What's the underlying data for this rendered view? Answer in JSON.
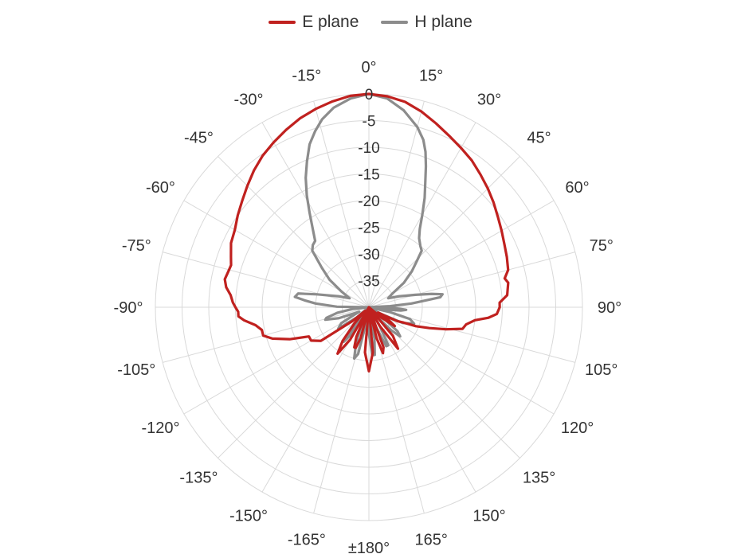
{
  "chart_data": {
    "type": "polar-line",
    "angle_unit": "degrees",
    "angle_direction": "clockwise",
    "zero_location": "top",
    "angle_tick_labels": [
      "0°",
      "15°",
      "30°",
      "45°",
      "60°",
      "75°",
      "90°",
      "105°",
      "120°",
      "135°",
      "150°",
      "165°",
      "±180°",
      "-165°",
      "-150°",
      "-135°",
      "-120°",
      "-105°",
      "-90°",
      "-75°",
      "-60°",
      "-45°",
      "-30°",
      "-15°"
    ],
    "radial_range": [
      -40,
      0
    ],
    "radial_ticks": [
      0,
      -5,
      -10,
      -15,
      -20,
      -25,
      -30,
      -35
    ],
    "radial_tick_labels": [
      "0",
      "-5",
      "-10",
      "-15",
      "-20",
      "-25",
      "-30",
      "-35"
    ],
    "grid": true,
    "legend_position": "top-center",
    "series": [
      {
        "name": "E plane",
        "color": "#c0211f",
        "points": [
          [
            0,
            0
          ],
          [
            5,
            -0.3
          ],
          [
            10,
            -0.9
          ],
          [
            15,
            -2
          ],
          [
            20,
            -3.3
          ],
          [
            25,
            -4.5
          ],
          [
            30,
            -5.5
          ],
          [
            35,
            -6.4
          ],
          [
            40,
            -7.5
          ],
          [
            45,
            -8.5
          ],
          [
            50,
            -9.5
          ],
          [
            55,
            -10.5
          ],
          [
            60,
            -11.3
          ],
          [
            65,
            -12
          ],
          [
            70,
            -12.5
          ],
          [
            75,
            -13
          ],
          [
            78,
            -14
          ],
          [
            80,
            -13.5
          ],
          [
            85,
            -14
          ],
          [
            88,
            -15.5
          ],
          [
            90,
            -15.5
          ],
          [
            93,
            -16
          ],
          [
            95,
            -17.5
          ],
          [
            97,
            -20
          ],
          [
            100,
            -21.5
          ],
          [
            103,
            -22
          ],
          [
            106,
            -25
          ],
          [
            109,
            -28
          ],
          [
            112,
            -30.5
          ],
          [
            114,
            -33
          ],
          [
            116,
            -34
          ],
          [
            118,
            -36.5
          ],
          [
            120,
            -38
          ],
          [
            122,
            -36
          ],
          [
            126,
            -34
          ],
          [
            130,
            -37
          ],
          [
            135,
            -40
          ],
          [
            140,
            -33
          ],
          [
            145,
            -30.5
          ],
          [
            150,
            -36
          ],
          [
            155,
            -40
          ],
          [
            160,
            -32
          ],
          [
            163,
            -31
          ],
          [
            166,
            -34
          ],
          [
            170,
            -40
          ],
          [
            175,
            -31.5
          ],
          [
            180,
            -28
          ],
          [
            185,
            -31.5
          ],
          [
            190,
            -40
          ],
          [
            195,
            -34
          ],
          [
            198,
            -32
          ],
          [
            200,
            -32
          ],
          [
            203,
            -34
          ],
          [
            206,
            -40
          ],
          [
            210,
            -33
          ],
          [
            214,
            -29.5
          ],
          [
            218,
            -32
          ],
          [
            222,
            -36
          ],
          [
            226,
            -39
          ],
          [
            230,
            -36
          ],
          [
            235,
            -29
          ],
          [
            240,
            -27.5
          ],
          [
            244,
            -27.5
          ],
          [
            248,
            -24
          ],
          [
            252,
            -21
          ],
          [
            255,
            -19.5
          ],
          [
            258,
            -19.5
          ],
          [
            261,
            -18.5
          ],
          [
            264,
            -16.5
          ],
          [
            266,
            -15.5
          ],
          [
            268,
            -15.5
          ],
          [
            270,
            -15
          ],
          [
            272,
            -14.5
          ],
          [
            275,
            -14
          ],
          [
            278,
            -13
          ],
          [
            281,
            -12.5
          ],
          [
            284,
            -12.8
          ],
          [
            287,
            -13
          ],
          [
            290,
            -12.5
          ],
          [
            295,
            -11.5
          ],
          [
            300,
            -11
          ],
          [
            305,
            -10
          ],
          [
            310,
            -9
          ],
          [
            315,
            -7.8
          ],
          [
            320,
            -6.5
          ],
          [
            325,
            -5.3
          ],
          [
            330,
            -4.3
          ],
          [
            335,
            -3.3
          ],
          [
            340,
            -2.3
          ],
          [
            345,
            -1.5
          ],
          [
            350,
            -0.8
          ],
          [
            355,
            -0.2
          ],
          [
            360,
            0
          ]
        ]
      },
      {
        "name": "H plane",
        "color": "#8c8c8c",
        "points": [
          [
            0,
            0
          ],
          [
            5,
            -0.7
          ],
          [
            10,
            -2.5
          ],
          [
            15,
            -5
          ],
          [
            18,
            -7
          ],
          [
            20,
            -9
          ],
          [
            22,
            -11.5
          ],
          [
            24,
            -14
          ],
          [
            27,
            -17
          ],
          [
            30,
            -20
          ],
          [
            33,
            -22.5
          ],
          [
            36,
            -24
          ],
          [
            40,
            -25
          ],
          [
            43,
            -25.5
          ],
          [
            46,
            -27.5
          ],
          [
            50,
            -29.5
          ],
          [
            55,
            -32
          ],
          [
            60,
            -35
          ],
          [
            65,
            -36
          ],
          [
            70,
            -34
          ],
          [
            75,
            -31
          ],
          [
            78,
            -28
          ],
          [
            80,
            -26
          ],
          [
            82,
            -26.5
          ],
          [
            85,
            -32
          ],
          [
            87,
            -36
          ],
          [
            89,
            -40
          ],
          [
            90,
            -38
          ],
          [
            92,
            -35
          ],
          [
            94,
            -33
          ],
          [
            96,
            -34
          ],
          [
            98,
            -37
          ],
          [
            100,
            -40
          ],
          [
            103,
            -36
          ],
          [
            106,
            -32
          ],
          [
            110,
            -31
          ],
          [
            115,
            -33
          ],
          [
            120,
            -38
          ],
          [
            123,
            -40
          ],
          [
            126,
            -37
          ],
          [
            130,
            -33
          ],
          [
            133,
            -32
          ],
          [
            136,
            -34
          ],
          [
            140,
            -38
          ],
          [
            145,
            -40
          ],
          [
            150,
            -36
          ],
          [
            153,
            -32
          ],
          [
            156,
            -32
          ],
          [
            160,
            -36
          ],
          [
            165,
            -40
          ],
          [
            170,
            -34
          ],
          [
            173,
            -31
          ],
          [
            176,
            -31
          ],
          [
            180,
            -35
          ],
          [
            185,
            -40
          ],
          [
            190,
            -37
          ],
          [
            193,
            -31
          ],
          [
            196,
            -30
          ],
          [
            200,
            -33
          ],
          [
            205,
            -38
          ],
          [
            210,
            -40
          ],
          [
            213,
            -34
          ],
          [
            216,
            -32
          ],
          [
            220,
            -36
          ],
          [
            225,
            -40
          ],
          [
            230,
            -37
          ],
          [
            235,
            -33
          ],
          [
            240,
            -34
          ],
          [
            243,
            -37
          ],
          [
            245,
            -38
          ],
          [
            250,
            -34
          ],
          [
            254,
            -31.5
          ],
          [
            256,
            -31.8
          ],
          [
            260,
            -34
          ],
          [
            264,
            -37
          ],
          [
            268,
            -40
          ],
          [
            271,
            -34
          ],
          [
            274,
            -30
          ],
          [
            276,
            -28
          ],
          [
            278,
            -26
          ],
          [
            281,
            -26.5
          ],
          [
            284,
            -30
          ],
          [
            290,
            -34
          ],
          [
            295,
            -36
          ],
          [
            300,
            -34
          ],
          [
            305,
            -31
          ],
          [
            310,
            -28.5
          ],
          [
            315,
            -25
          ],
          [
            318,
            -24.3
          ],
          [
            321,
            -24
          ],
          [
            325,
            -21.5
          ],
          [
            328,
            -19
          ],
          [
            331,
            -16
          ],
          [
            334,
            -13
          ],
          [
            337,
            -10.3
          ],
          [
            340,
            -7.5
          ],
          [
            343,
            -5.5
          ],
          [
            346,
            -3.7
          ],
          [
            350,
            -2
          ],
          [
            355,
            -0.7
          ],
          [
            360,
            0
          ]
        ]
      }
    ]
  }
}
